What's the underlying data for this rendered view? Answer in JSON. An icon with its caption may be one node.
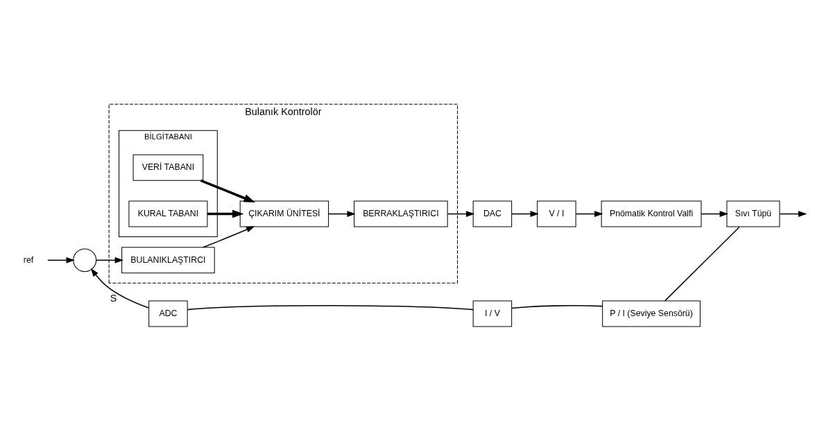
{
  "diagram": {
    "nodes": [
      {
        "text": [
          "ref"
        ]
      },
      {
        "text": [],
        "shape": "circle"
      },
      {
        "text": [
          "Bulanık Kontrolör"
        ]
      },
      {
        "text": [
          "BİLGİTABANI"
        ],
        "in": 2
      },
      {
        "text": [
          "VERİ TABANI"
        ],
        "in": 3
      },
      {
        "text": [
          "KURAL TABANI"
        ],
        "in": 3
      },
      {
        "text": [
          "BULANIKLAŞTIRCI"
        ],
        "in": 2
      },
      {
        "text": [
          "ÇIKARIM ÜNİTESİ"
        ],
        "in": 2
      },
      {
        "text": [
          "BERRAKLAŞTIRICI"
        ],
        "in": 2
      },
      {
        "text": [
          "DAC"
        ]
      },
      {
        "text": [
          "V / I"
        ]
      },
      {
        "text": [
          "Pnömatik Kontrol Valfi"
        ]
      },
      {
        "text": [
          "Sıvı Tüpü"
        ]
      },
      {
        "text": [
          "ADC"
        ]
      },
      {
        "text": [
          "I / V"
        ]
      },
      {
        "text": [
          "P / I (Seviye Sensörü)"
        ]
      }
    ],
    "edges": [
      {
        "from": 0,
        "to": 1,
        "arrow": "to"
      },
      {
        "from": 1,
        "to": 6,
        "arrow": "to"
      },
      {
        "from": 4,
        "to": 7,
        "arrow": "to",
        "style": "thick"
      },
      {
        "from": 5,
        "to": 7,
        "arrow": "to",
        "style": "thick"
      },
      {
        "from": 6,
        "to": 7,
        "arrow": "to"
      },
      {
        "from": 7,
        "to": 8,
        "arrow": "to"
      },
      {
        "from": 8,
        "to": 9,
        "arrow": "to"
      },
      {
        "from": 9,
        "to": 10,
        "arrow": "to"
      },
      {
        "from": 10,
        "to": 11,
        "arrow": "to"
      },
      {
        "from": 11,
        "to": 12,
        "arrow": "to"
      },
      {
        "from": 12,
        "to": null,
        "arrow": "to"
      },
      {
        "from": 12,
        "to": 15,
        "arrow": "none"
      },
      {
        "from": 15,
        "to": 14,
        "arrow": "none"
      },
      {
        "from": 14,
        "to": 13,
        "arrow": "none"
      },
      {
        "from": 13,
        "to": 1,
        "arrow": "to",
        "label": "S"
      }
    ]
  }
}
